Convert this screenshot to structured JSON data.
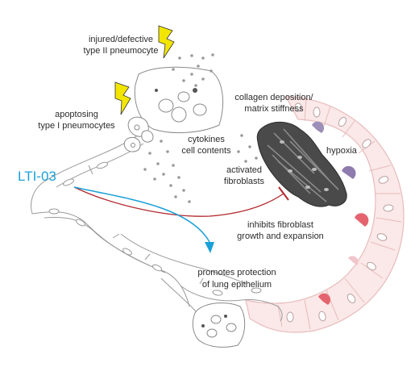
{
  "labels": {
    "injured_line1": "injured/defective",
    "injured_line2": "type II pneumocyte",
    "apoptosing_line1": "apoptosing",
    "apoptosing_line2": "type I pneumocytes",
    "collagen_line1": "collagen deposition/",
    "collagen_line2": "matrix stiffness",
    "cytokines_line1": "cytokines",
    "cytokines_line2": "cell contents",
    "hypoxia": "hypoxia",
    "fibroblasts_line1": "activated",
    "fibroblasts_line2": "fibroblasts",
    "drug_name": "LTI-03",
    "inhibits_line1": "inhibits fibroblast",
    "inhibits_line2": "growth and expansion",
    "promotes_line1": "promotes protection",
    "promotes_line2": "of lung epithelium"
  },
  "icons": {
    "injury": "lightning-bolt-icon",
    "red_blood_cell": "red-blood-cell-icon",
    "fibroblast_cluster": "fibroblast-cluster-icon"
  },
  "colors": {
    "drug": "#1aa0d8",
    "inhibition": "#b22a2e",
    "lightning": "#f2e600",
    "vessel_fill": "#fbe8e8",
    "vessel_stroke": "#e7bcbc",
    "rbc_red": "#e3646f",
    "rbc_purple": "#8f7bad",
    "fibroblast": "#4a4a4a"
  }
}
